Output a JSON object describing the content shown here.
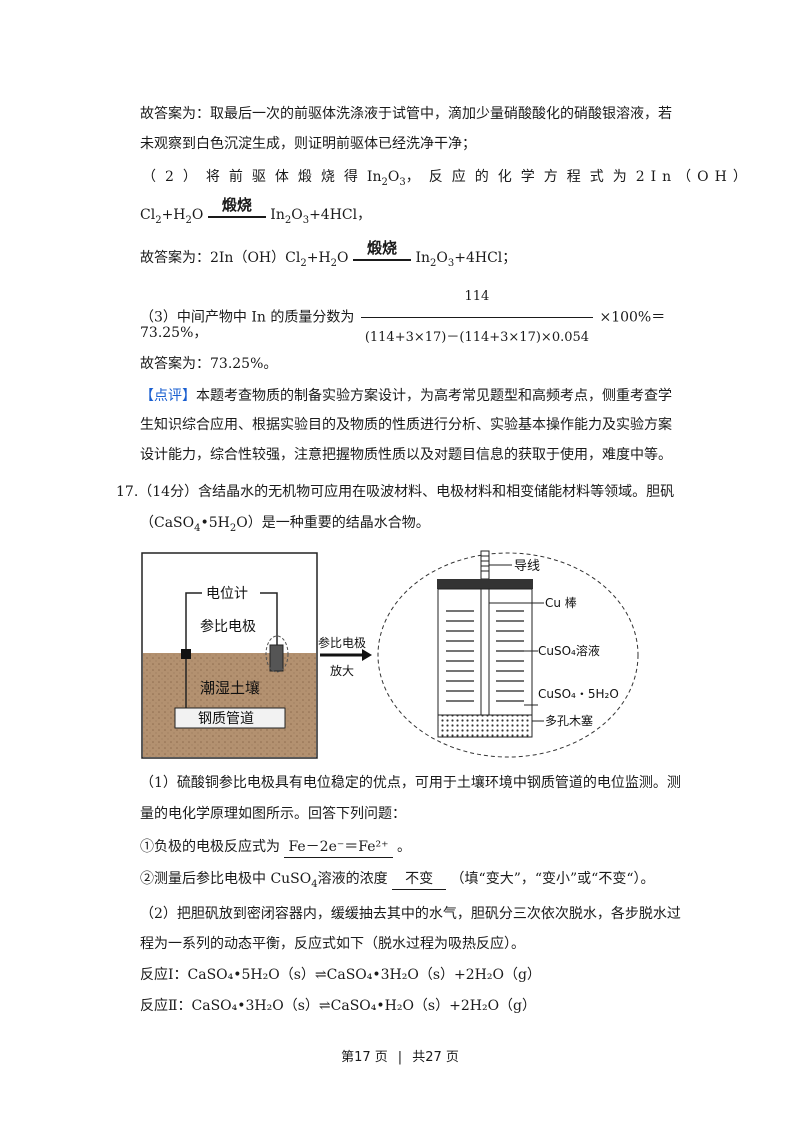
{
  "para1": {
    "line1": "故答案为：取最后一次的前驱体洗涤液于试管中，滴加少量硝酸酸化的硝酸银溶液，若",
    "line2": "未观察到白色沉淀生成，则证明前驱体已经洗净干净；"
  },
  "q2": {
    "label": "（2）",
    "text": "将前驱体煅烧得",
    "product_pre": "In",
    "product_sub": "2",
    "product_mid": "O",
    "product_sub2": "3",
    "text2": "，反应的化学方程式为",
    "eq_head": "2In（OH）",
    "eq_cl": "Cl",
    "eq_cl_sub": "2",
    "eq_plus_h2o": "+H",
    "eq_h2o_sub": "2",
    "eq_o": "O",
    "condition": "煅烧",
    "eq_rhs_in": "In",
    "eq_rhs_sub": "2",
    "eq_rhs_o": "O",
    "eq_rhs_sub2": "3",
    "eq_rhs_tail": "+4HCl，",
    "answer_prefix": "故答案为：2In（OH）Cl",
    "answer_tail": "+4HCl；"
  },
  "q3": {
    "text": "（3）中间产物中 In 的质量分数为",
    "numerator": "114",
    "denominator": "(114+3×17)－(114+3×17)×0.054",
    "suffix": "×100%＝",
    "result": "73.25%，",
    "answer": "故答案为：73.25%。"
  },
  "comment": {
    "tag": "【点评】",
    "line1": "本题考查物质的制备实验方案设计，为高考常见题型和高频考点，侧重考查学",
    "line2": "生知识综合应用、根据实验目的及物质的性质进行分析、实验基本操作能力及实验方案",
    "line3": "设计能力，综合性较强，注意把握物质性质以及对题目信息的获取于使用，难度中等。"
  },
  "q17": {
    "number": "17.",
    "line1": "（14分）含结晶水的无机物可应用在吸波材料、电极材料和相变储能材料等领域。胆矾",
    "line2_pre": "（CaSO",
    "line2_sub": "4",
    "line2_mid": "•5H",
    "line2_sub2": "2",
    "line2_post": "O）是一种重要的结晶水合物。"
  },
  "figure": {
    "left_label_meter": "电位计",
    "left_label_ref": "参比电极",
    "left_label_soil": "潮湿土壤",
    "left_label_pipe": "钢质管道",
    "arrow_top": "参比电极",
    "arrow_bottom": "放大",
    "right_label_wire": "导线",
    "right_label_cu": "Cu 棒",
    "right_label_soln": "CuSO₄溶液",
    "right_label_crystal": "CuSO₄・5H₂O",
    "right_label_plug": "多孔木塞"
  },
  "part1": {
    "line1": "（1）硫酸铜参比电极具有电位稳定的优点，可用于土壤环境中钢质管道的电位监测。测",
    "line2": "量的电化学原理如图所示。回答下列问题：",
    "a_pre": "①负极的电极反应式为",
    "a_ans": "Fe－2e⁻＝Fe²⁺",
    "a_post": "。",
    "b_pre": "②测量后参比电极中 CuSO",
    "b_sub": "4",
    "b_mid": "溶液的浓度",
    "b_ans": "不变",
    "b_post": "（填“变大”，“变小”或“不变“）。"
  },
  "part2": {
    "line1": "（2）把胆矾放到密闭容器内，缓缓抽去其中的水气，胆矾分三次依次脱水，各步脱水过",
    "line2": "程为一系列的动态平衡，反应式如下（脱水过程为吸热反应）。",
    "r1": "反应Ⅰ：CaSO₄•5H₂O（s）⇌CaSO₄•3H₂O（s）+2H₂O（g）",
    "r2": "反应Ⅱ：CaSO₄•3H₂O（s）⇌CaSO₄•H₂O（s）+2H₂O（g）"
  },
  "footer": {
    "page": "第17 页",
    "sep": "|",
    "total": "共27 页"
  }
}
